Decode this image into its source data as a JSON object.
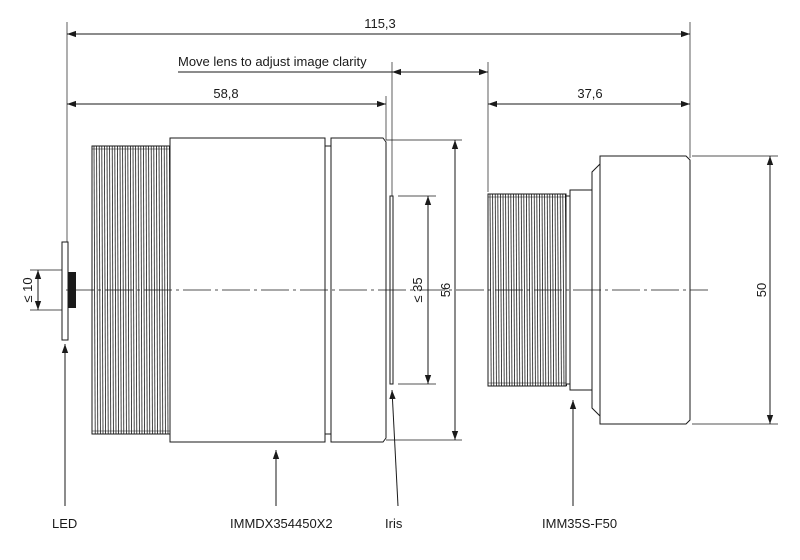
{
  "dimensions": {
    "overall_length": "115,3",
    "lens_length": "58,8",
    "adapter_length": "37,6",
    "adjust_note": "Move lens to adjust image clarity",
    "led_size": "≤ 10",
    "iris_diameter": "≤ 35",
    "lens_diameter": "56",
    "adapter_diameter": "50"
  },
  "callouts": {
    "led": "LED",
    "lens_model": "IMMDX354450X2",
    "iris": "Iris",
    "adapter_model": "IMM35S-F50"
  }
}
